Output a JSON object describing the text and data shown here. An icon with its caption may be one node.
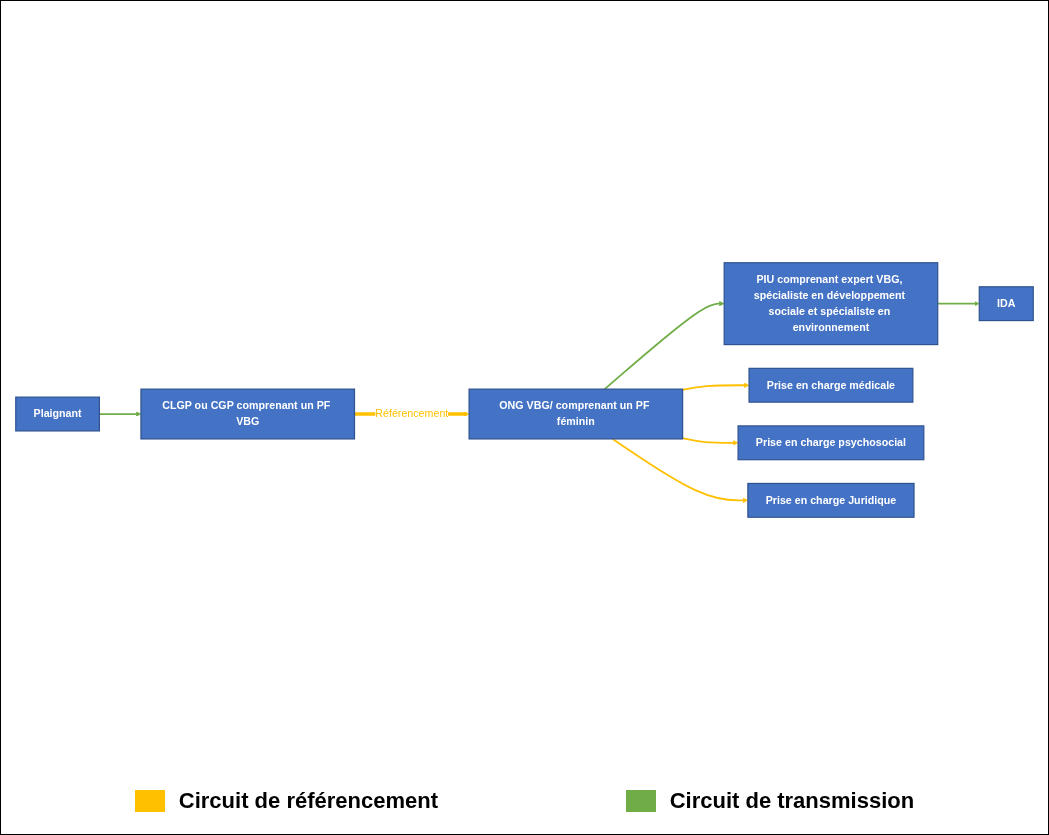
{
  "diagram": {
    "nodes": [
      {
        "text": [
          "IDA"
        ]
      },
      {
        "text": [
          "Plaignant"
        ]
      },
      {
        "text": [
          "ONG VBG/ comprenant un PF féminin"
        ]
      },
      {
        "text": [
          "CLGP ou CGP comprenant un PF VBG"
        ]
      },
      {
        "text": [
          "PIU comprenant expert VBG, spécialiste en développement sociale et spécialiste en environnement"
        ]
      },
      {
        "text": [
          "Prise en charge médicale"
        ]
      },
      {
        "text": [
          "Prise en charge psychosocial"
        ]
      },
      {
        "text": [
          "Prise en charge Juridique"
        ]
      }
    ],
    "edges": [
      {
        "from": 1,
        "to": 3,
        "arrow": "to",
        "color": "#70ad47"
      },
      {
        "from": 3,
        "to": 2,
        "arrow": "to",
        "label": "Référencement",
        "style": "thick",
        "color": "#ffc000"
      },
      {
        "from": 2,
        "to": 4,
        "arrow": "to",
        "color": "#70ad47"
      },
      {
        "from": 4,
        "to": 0,
        "arrow": "to",
        "color": "#70ad47"
      },
      {
        "from": 2,
        "to": 5,
        "arrow": "to",
        "color": "#ffc000"
      },
      {
        "from": 2,
        "to": 6,
        "arrow": "to",
        "color": "#ffc000"
      },
      {
        "from": 2,
        "to": 7,
        "arrow": "to",
        "color": "#ffc000"
      }
    ],
    "legend": [
      {
        "text": "Circuit de référencement",
        "color": "#ffc000"
      },
      {
        "text": "Circuit de transmission",
        "color": "#70ad47"
      }
    ]
  }
}
